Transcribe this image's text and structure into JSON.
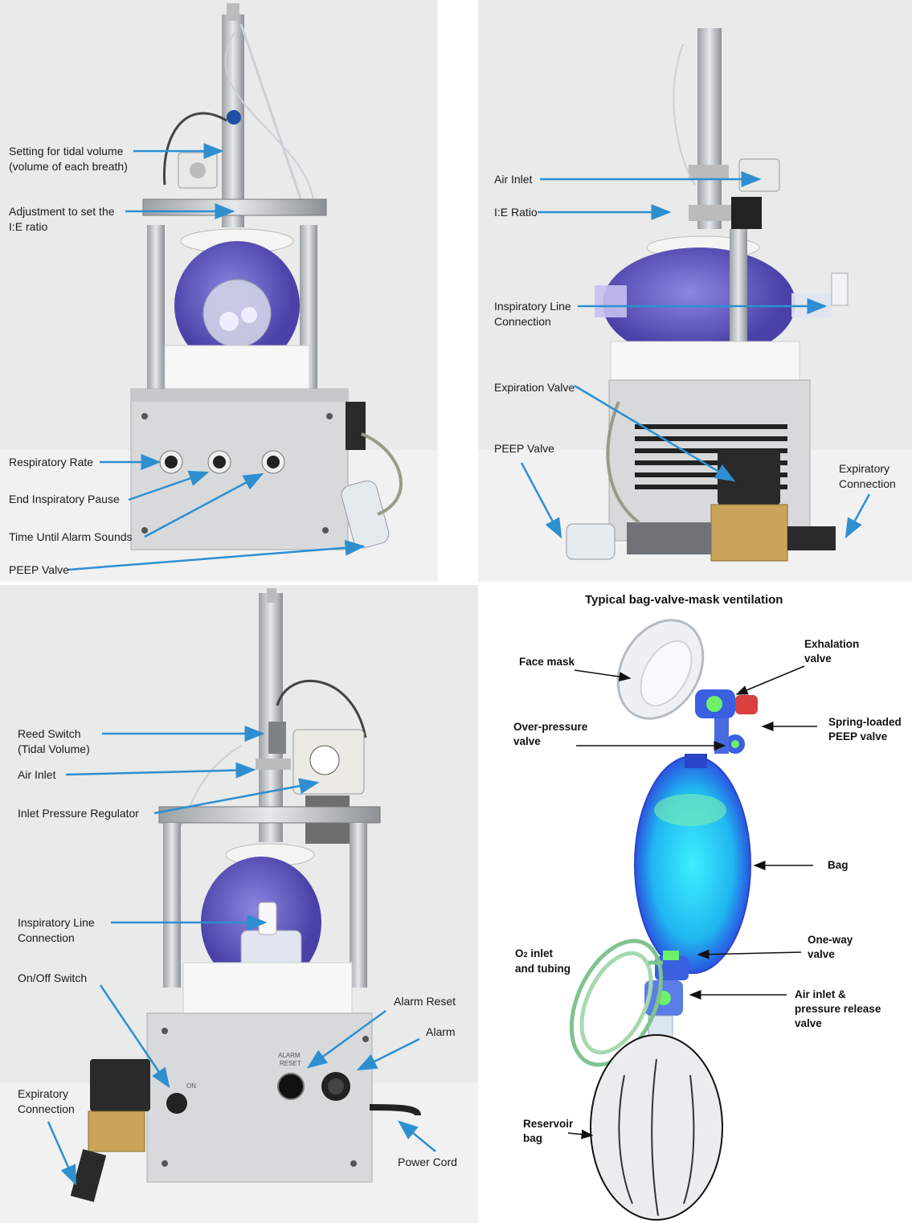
{
  "panel_top_left": {
    "labels": {
      "tidal_volume": "Setting for tidal volume\n(volume of each breath)",
      "ie_adjust": "Adjustment to set the\nI:E ratio",
      "resp_rate": "Respiratory Rate",
      "end_insp_pause": "End Inspiratory Pause",
      "time_alarm": "Time Until Alarm Sounds",
      "peep_valve": "PEEP Valve"
    }
  },
  "panel_top_right": {
    "labels": {
      "air_inlet": "Air Inlet",
      "ie_ratio": "I:E Ratio",
      "insp_line": "Inspiratory Line\nConnection",
      "expiration_valve": "Expiration Valve",
      "peep_valve": "PEEP Valve",
      "expiratory_connection": "Expiratory\nConnection"
    }
  },
  "panel_bottom_left": {
    "labels": {
      "reed_switch": "Reed Switch\n(Tidal Volume)",
      "air_inlet": "Air Inlet",
      "inlet_regulator": "Inlet Pressure Regulator",
      "insp_line": "Inspiratory Line\nConnection",
      "onoff_switch": "On/Off Switch",
      "alarm_reset": "Alarm Reset",
      "alarm": "Alarm",
      "expiratory_connection": "Expiratory\nConnection",
      "power_cord": "Power Cord"
    },
    "device_text": {
      "on": "ON",
      "alarm": "ALARM",
      "reset": "RESET"
    }
  },
  "panel_bottom_right": {
    "title": "Typical bag-valve-mask ventilation",
    "labels": {
      "face_mask": "Face mask",
      "exhalation_valve": "Exhalation\nvalve",
      "over_pressure": "Over-pressure\nvalve",
      "spring_peep": "Spring-loaded\nPEEP valve",
      "bag": "Bag",
      "o2_prefix": "O",
      "o2_sub": "2",
      "o2_rest": " inlet",
      "o2_line2": "and tubing",
      "one_way": "One-way\nvalve",
      "air_inlet": "Air inlet &\npressure release\nvalve",
      "reservoir": "Reservoir\nbag"
    }
  },
  "colors": {
    "arrow_blue": "#2e8fd0",
    "bag_purple": "#6a63c8",
    "aluminium": "#d4d6d8",
    "background_photo": "#e9eaea"
  }
}
